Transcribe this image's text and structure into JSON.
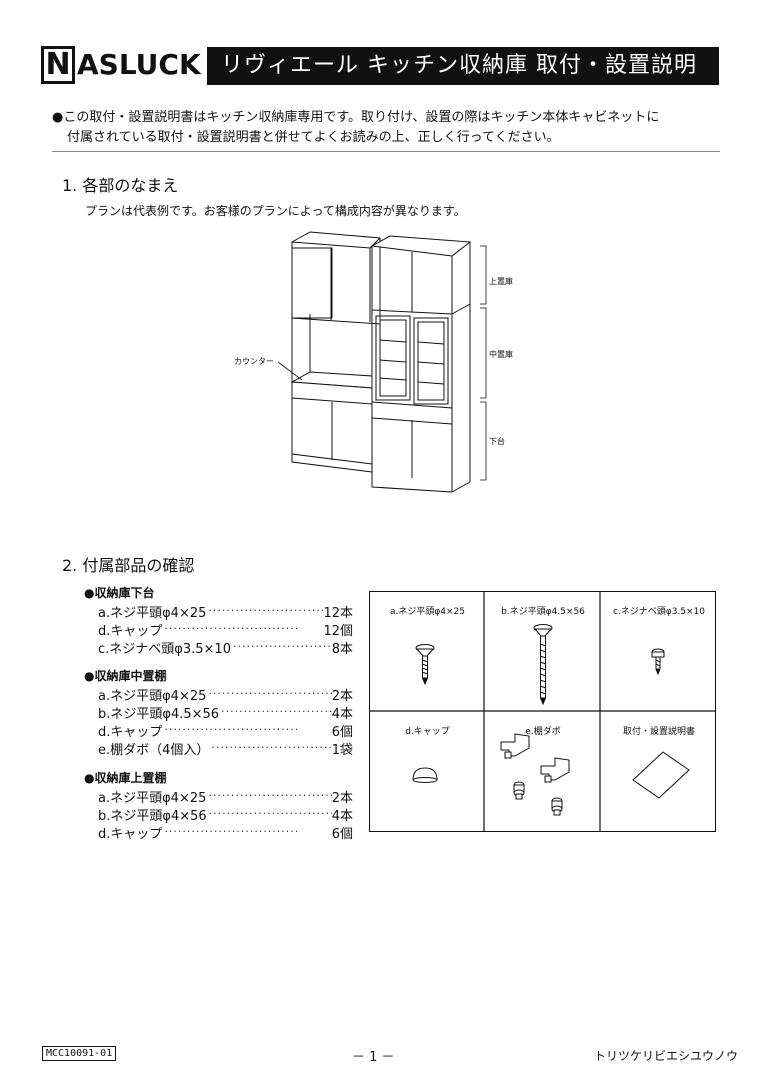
{
  "header": {
    "logo_initial": "N",
    "logo_rest": "ASLUCK",
    "title": "リヴィエール キッチン収納庫 取付・設置説明書"
  },
  "intro": {
    "line1": "●この取付・設置説明書はキッチン収納庫専用です。取り付け、設置の際はキッチン本体キャビネットに",
    "line2": "付属されている取付・設置説明書と併せてよくお読みの上、正しく行ってください。"
  },
  "section1": {
    "heading": "1.  各部のなまえ",
    "note": "プランは代表例です。お客様のプランによって構成内容が異なります。",
    "labels": {
      "counter": "カウンター",
      "upper": "上置庫",
      "middle": "中置庫",
      "base": "下台"
    }
  },
  "section2": {
    "heading": "2.  付属部品の確認",
    "groups": [
      {
        "title": "●収納庫下台",
        "items": [
          {
            "name": "a.ネジ平頭φ4×25",
            "qty": "12本"
          },
          {
            "name": "d.キャップ",
            "qty": "12個"
          },
          {
            "name": "c.ネジナベ頭φ3.5×10",
            "qty": "8本"
          }
        ]
      },
      {
        "title": "●収納庫中置棚",
        "items": [
          {
            "name": "a.ネジ平頭φ4×25",
            "qty": "2本"
          },
          {
            "name": "b.ネジ平頭φ4.5×56",
            "qty": "4本"
          },
          {
            "name": "d.キャップ",
            "qty": "6個"
          },
          {
            "name": "e.棚ダボ（4個入）",
            "qty": "1袋"
          }
        ]
      },
      {
        "title": "●収納庫上置棚",
        "items": [
          {
            "name": "a.ネジ平頭φ4×25",
            "qty": "2本"
          },
          {
            "name": "b.ネジ平頭φ4×56",
            "qty": "4本"
          },
          {
            "name": "d.キャップ",
            "qty": "6個"
          }
        ]
      }
    ],
    "table": [
      "a.ネジ平頭φ4×25",
      "b.ネジ平頭φ4.5×56",
      "c.ネジナベ頭φ3.5×10",
      "d.キャップ",
      "e.棚ダボ",
      "取付・設置説明書"
    ]
  },
  "footer": {
    "code": "MCC10091-01",
    "page": "－ 1 －",
    "right": "トリツケリビエシユウノウ"
  }
}
